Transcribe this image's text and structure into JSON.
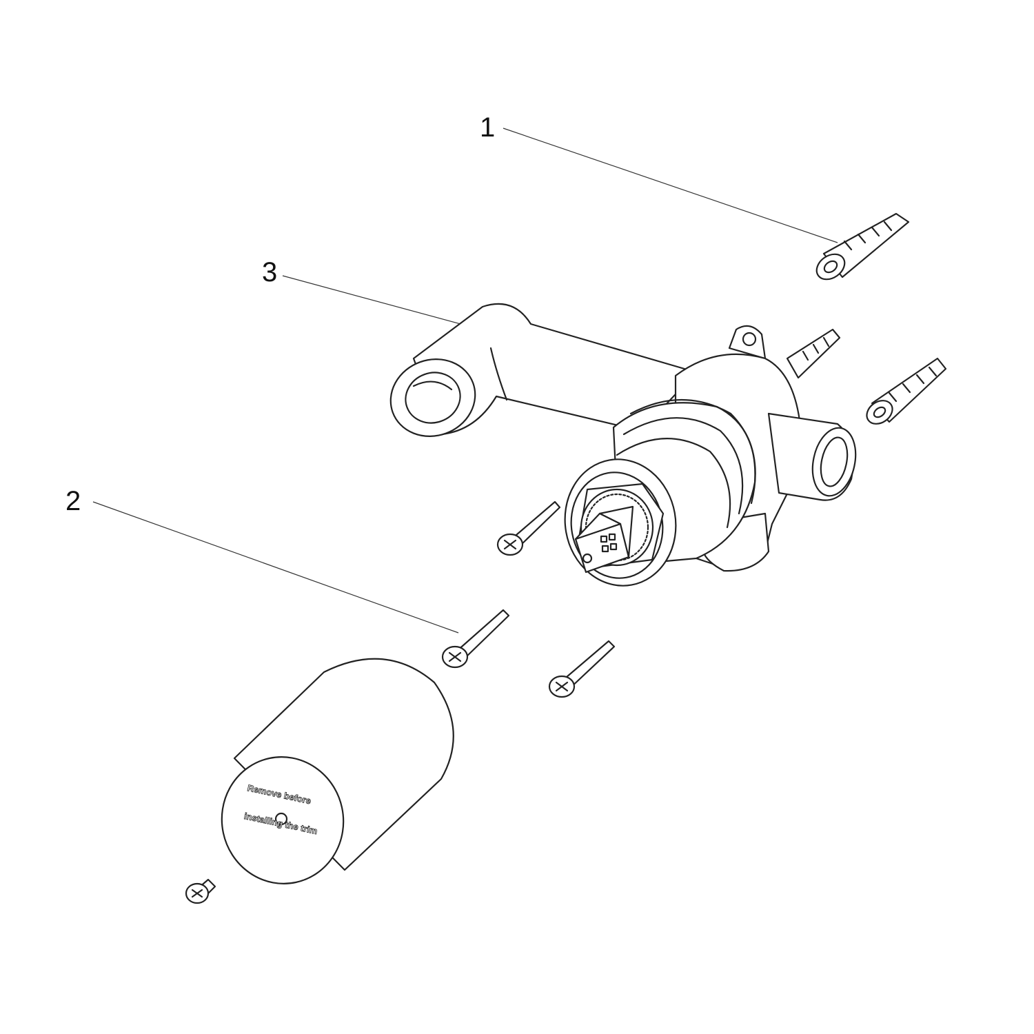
{
  "callouts": [
    {
      "id": "1",
      "label": "1"
    },
    {
      "id": "2",
      "label": "2"
    },
    {
      "id": "3",
      "label": "3"
    }
  ],
  "cap_text": {
    "line1": "Remove before",
    "line2": "installing the trim"
  }
}
